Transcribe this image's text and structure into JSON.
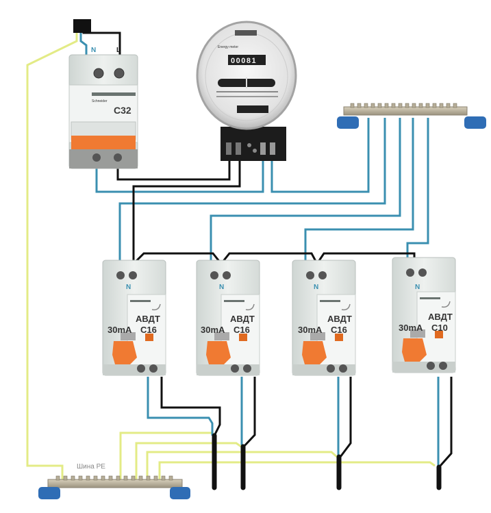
{
  "title": "Wiring diagram: main breaker, energy meter, 4 RCBOs, N and PE busbars",
  "colors": {
    "neutral_wire": "#3a8fb0",
    "phase_wire": "#111111",
    "pe_wire": "#e6ec8c",
    "busbar_insulator": "#2f6db5",
    "breaker_body": "#e4e8e6",
    "toggle_orange": "#f07a32"
  },
  "input": {
    "n_label": "N",
    "l_label": "L"
  },
  "main_breaker": {
    "rating": "C32",
    "brand": "Schneider"
  },
  "meter": {
    "brand": "Energy meter",
    "reading": "00081"
  },
  "pe_bus": {
    "label": "Шина PE"
  },
  "rcbos": [
    {
      "type": "АВДТ",
      "leak": "30mA",
      "rating": "C16",
      "n_label": "N"
    },
    {
      "type": "АВДТ",
      "leak": "30mA",
      "rating": "C16",
      "n_label": "N"
    },
    {
      "type": "АВДТ",
      "leak": "30mA",
      "rating": "C16",
      "n_label": "N"
    },
    {
      "type": "АВДТ",
      "leak": "30mA",
      "rating": "C10",
      "n_label": "N"
    }
  ]
}
